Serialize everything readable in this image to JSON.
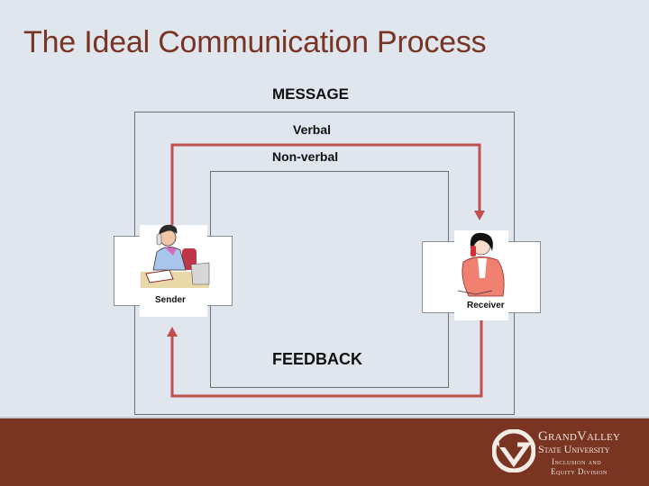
{
  "slide": {
    "title": "The Ideal Communication Process",
    "background_color": "#dfe6ee",
    "title_color": "#7a3424"
  },
  "diagram": {
    "message_label": "MESSAGE",
    "verbal_label": "Verbal",
    "nonverbal_label": "Non-verbal",
    "feedback_label": "FEEDBACK",
    "arrow_color": "#c0504d",
    "sender": {
      "caption": "Sender",
      "image": "woman-on-phone-at-desk-clipart"
    },
    "receiver": {
      "caption": "Receiver",
      "image": "woman-on-phone-clipart"
    }
  },
  "footer": {
    "color": "#7a3522",
    "logo": {
      "line1": "GrandValley",
      "line2": "State University",
      "line3": "Inclusion and",
      "line4": "Equity Division"
    }
  }
}
